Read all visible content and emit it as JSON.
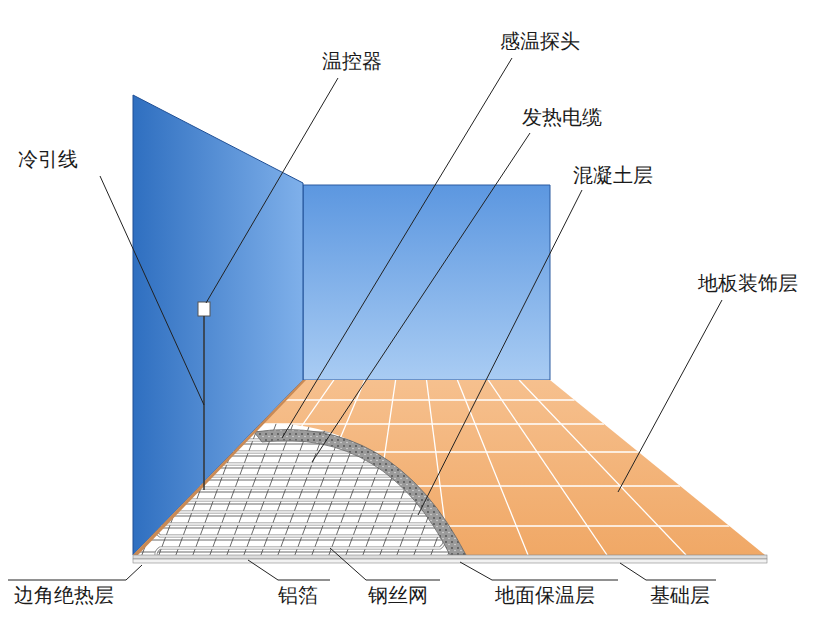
{
  "diagram": {
    "labels": [
      "感温探头",
      "温控器",
      "发热电缆",
      "冷引线",
      "混凝土层",
      "地板装饰层",
      "边角绝热层",
      "铝箔",
      "钢丝网",
      "地面保温层",
      "基础层"
    ]
  }
}
